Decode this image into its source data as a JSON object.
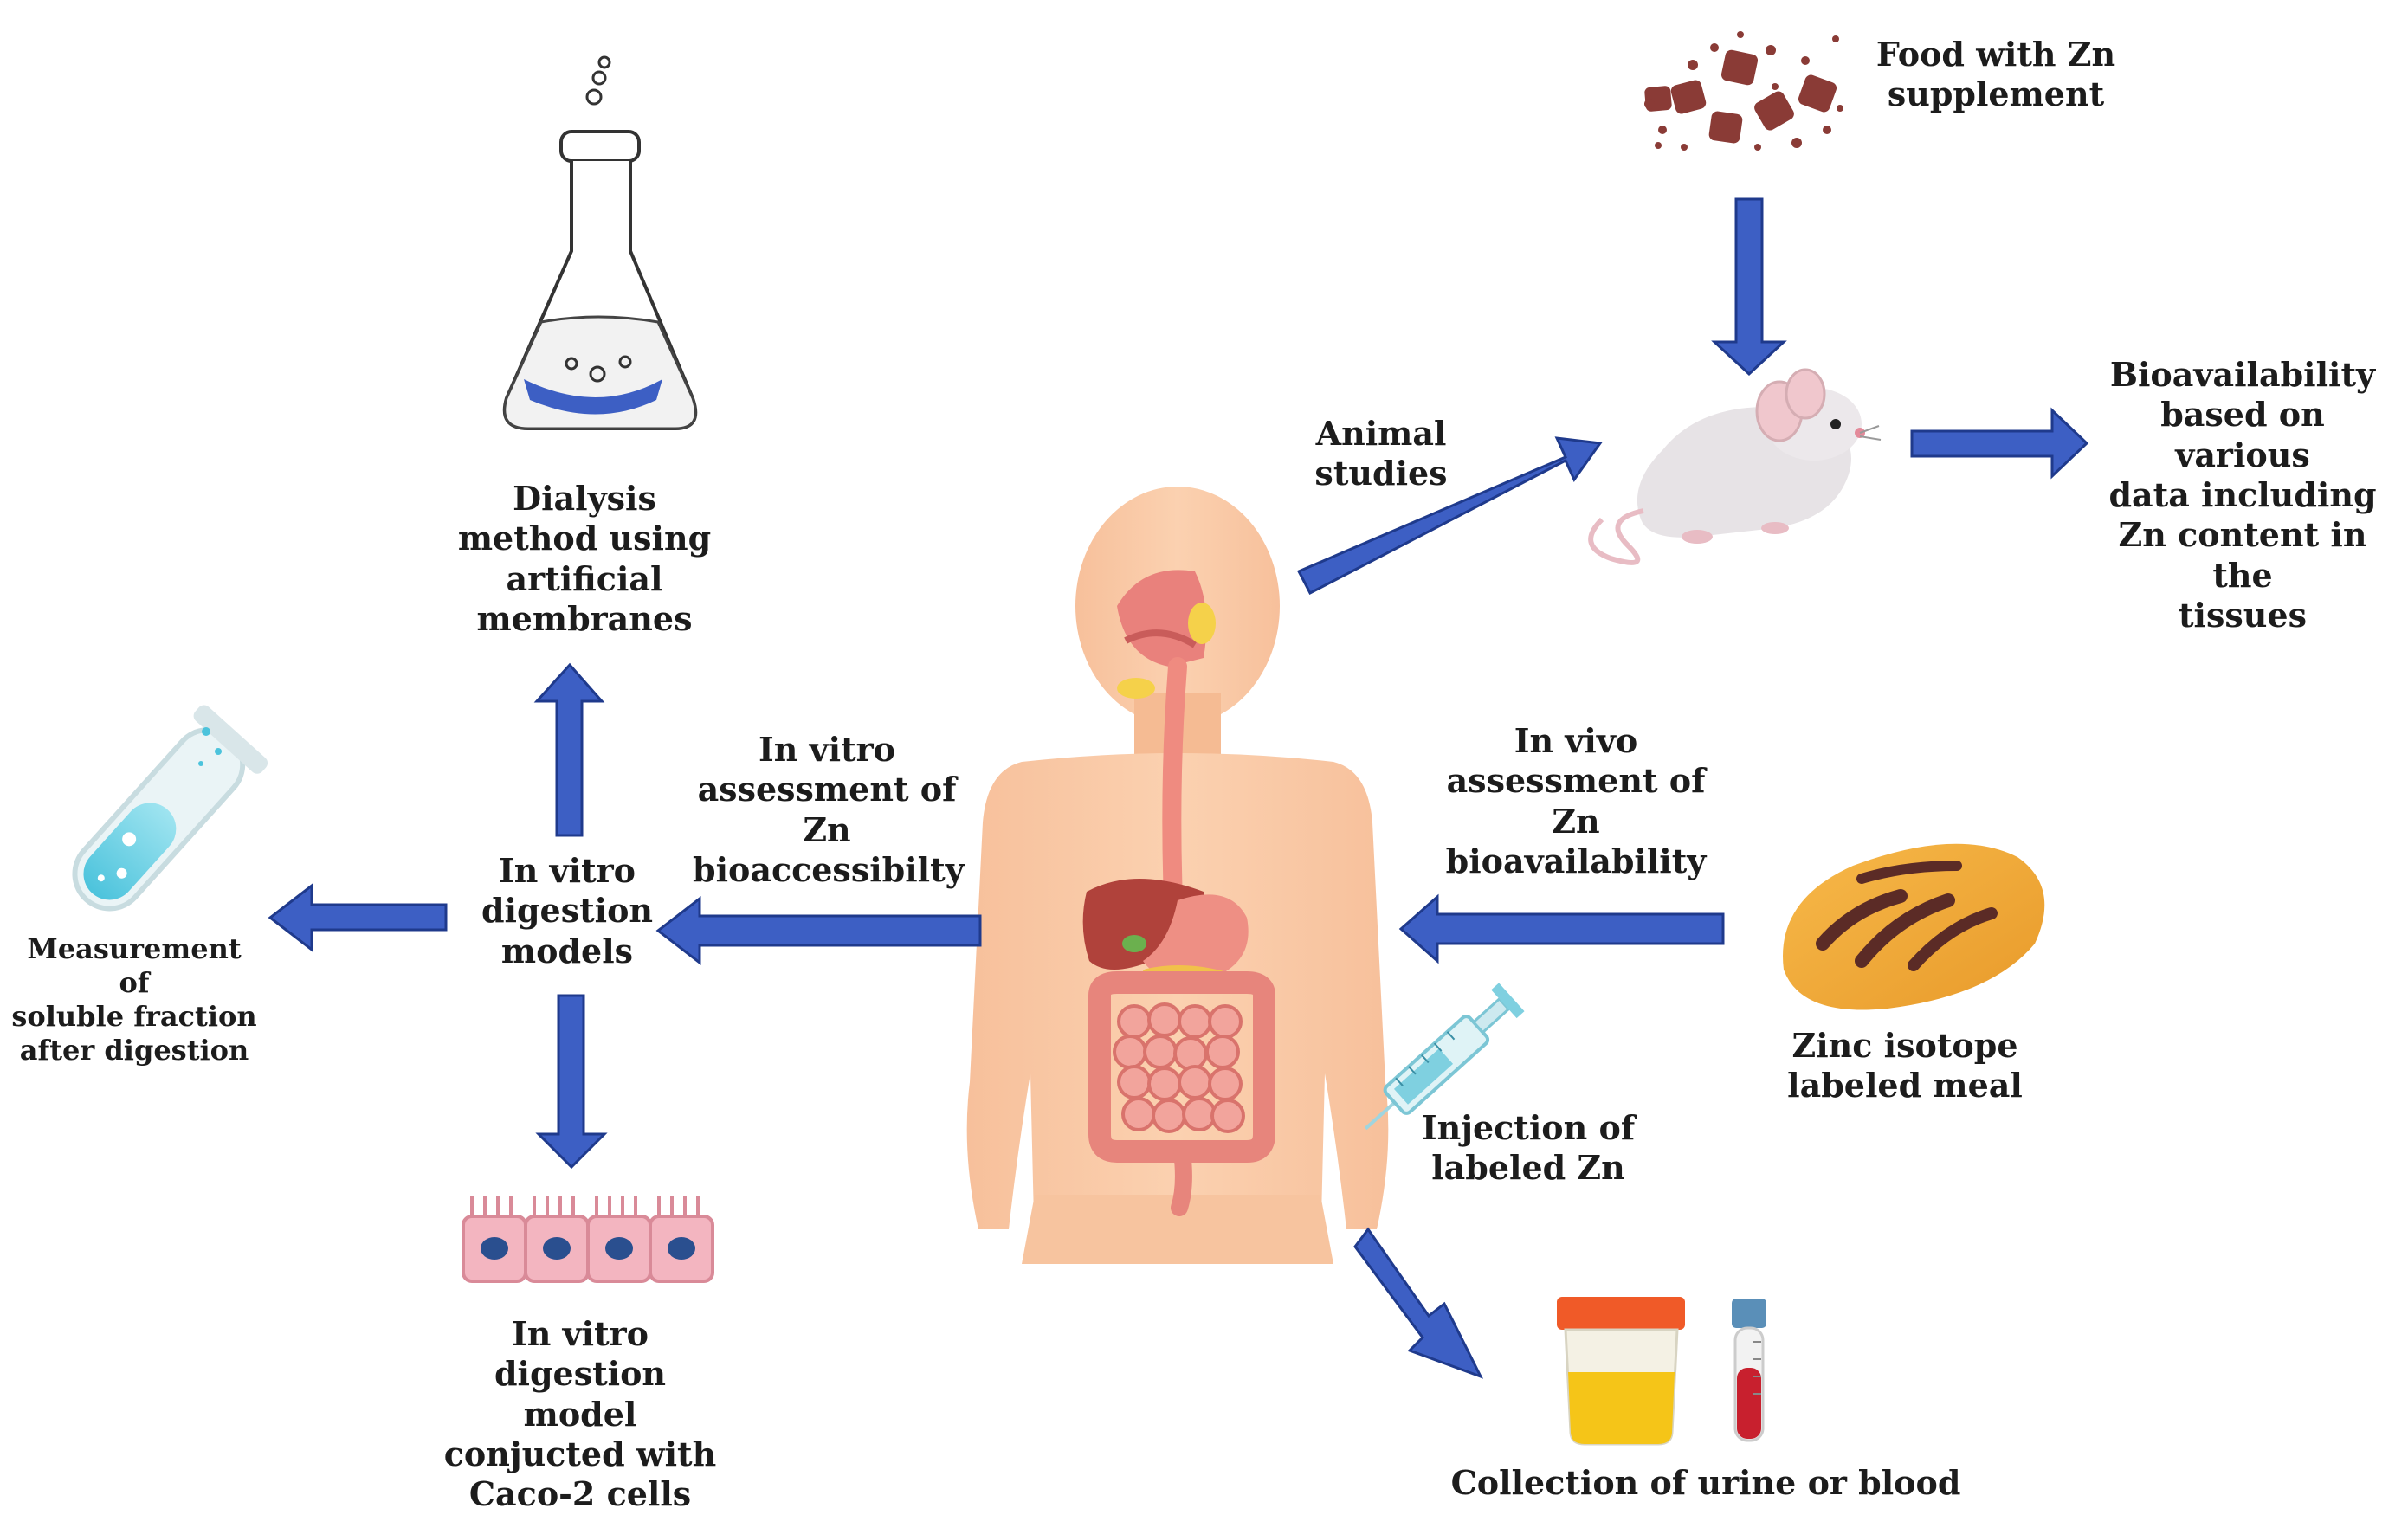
{
  "labels": {
    "food_zn": "Food with Zn\nsupplement",
    "bioavailability_tissues": "Bioavailability\nbased on various\ndata including\nZn content in the\ntissues",
    "animal_studies": "Animal studies",
    "dialysis": "Dialysis\nmethod using\nartificial\nmembranes",
    "in_vitro_assessment": "In vitro\nassessment of\nZn\nbioaccessibilty",
    "in_vivo_assessment": "In vivo\nassessment of\nZn\nbioavailability",
    "in_vitro_models": "In vitro\ndigestion\nmodels",
    "soluble_fraction": "Measurement of\nsoluble fraction\nafter digestion",
    "zinc_isotope": "Zinc isotope\nlabeled meal",
    "injection": "Injection of\nlabeled Zn",
    "caco2": "In vitro\ndigestion model\nconjucted with\nCaco-2 cells",
    "collection": "Collection of urine or blood"
  },
  "icons": {
    "flask": "erlenmeyer-flask-icon",
    "food": "food-pellets-icon",
    "mouse": "mouse-icon",
    "tube": "test-tube-icon",
    "body": "human-digestive-system-icon",
    "bread": "bread-loaf-icon",
    "syringe": "syringe-icon",
    "cells": "caco2-cells-icon",
    "cup": "urine-cup-icon",
    "blood": "blood-tube-icon"
  },
  "colors": {
    "arrow_fill": "#3d5fc4",
    "arrow_stroke": "#1f3a8c",
    "skin": "#f9c9a3",
    "text": "#1c1c1c"
  }
}
